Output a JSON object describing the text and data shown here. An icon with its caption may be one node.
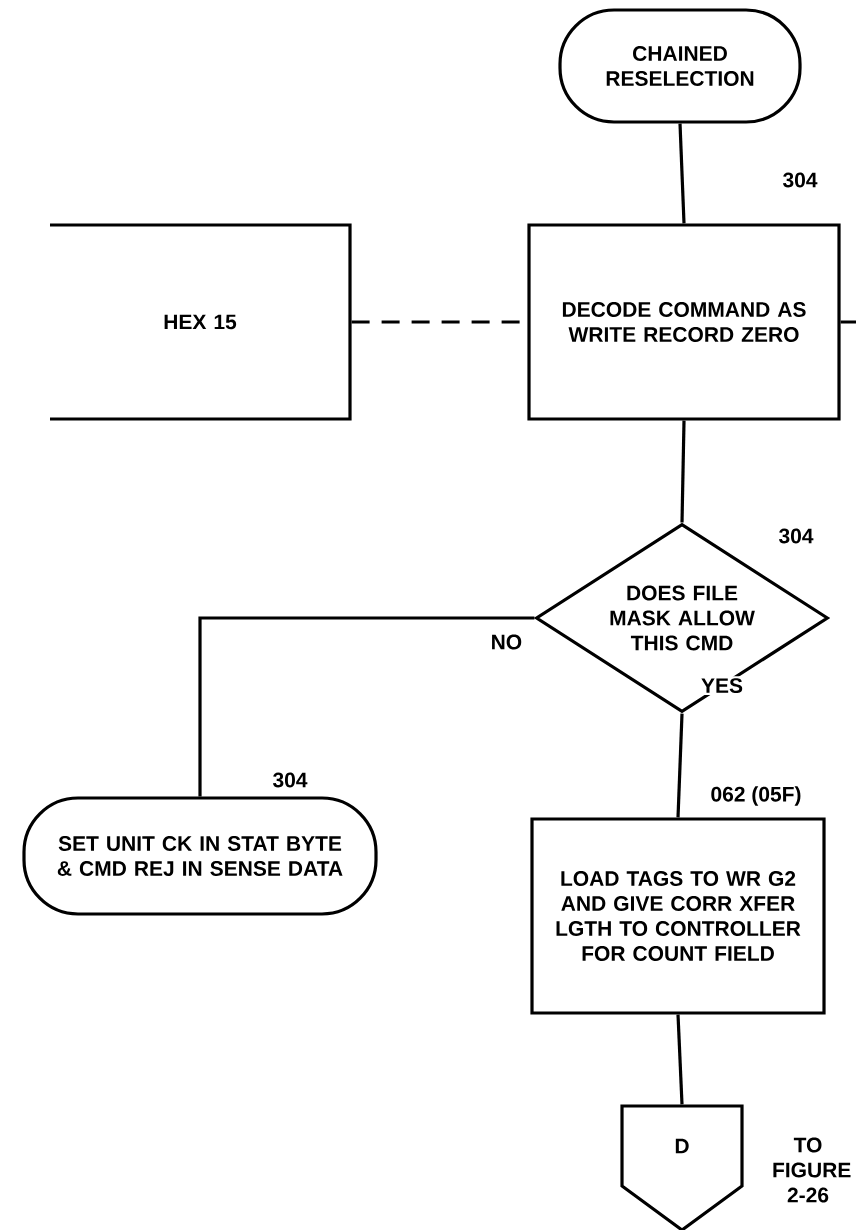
{
  "diagram": {
    "nodes": [
      {
        "text": [
          "CHAINED RESELECTION"
        ]
      },
      {
        "text": [
          "HEX 15"
        ]
      },
      {
        "text": [
          "DECODE COMMAND AS WRITE RECORD ZERO"
        ],
        "beside": [
          "304"
        ]
      },
      {
        "text": [
          "DOES FILE MASK ALLOW THIS CMD"
        ],
        "beside": [
          "304"
        ]
      },
      {
        "text": [
          "SET UNIT CK IN STAT BYTE & CMD REJ IN SENSE DATA"
        ],
        "beside": [
          "304"
        ]
      },
      {
        "text": [
          "LOAD TAGS TO WR G2 AND GIVE CORR XFER LGTH TO CONTROLLER FOR COUNT FIELD"
        ],
        "beside": [
          "062 (05F)"
        ]
      },
      {
        "text": [
          "D"
        ],
        "beside": [
          "TO FIGURE 2-26"
        ]
      }
    ],
    "edges": [
      {
        "from": 0,
        "to": 2,
        "arrow": "none"
      },
      {
        "from": 1,
        "to": 2,
        "arrow": "none",
        "style": "dashed"
      },
      {
        "from": 2,
        "to": null,
        "arrow": "none",
        "style": "dashed"
      },
      {
        "from": 2,
        "to": 3,
        "arrow": "none"
      },
      {
        "from": 3,
        "to": 4,
        "label": "NO",
        "arrow": "none"
      },
      {
        "from": 3,
        "to": 5,
        "label": "YES",
        "arrow": "none"
      },
      {
        "from": 5,
        "to": 6,
        "arrow": "none"
      }
    ]
  }
}
